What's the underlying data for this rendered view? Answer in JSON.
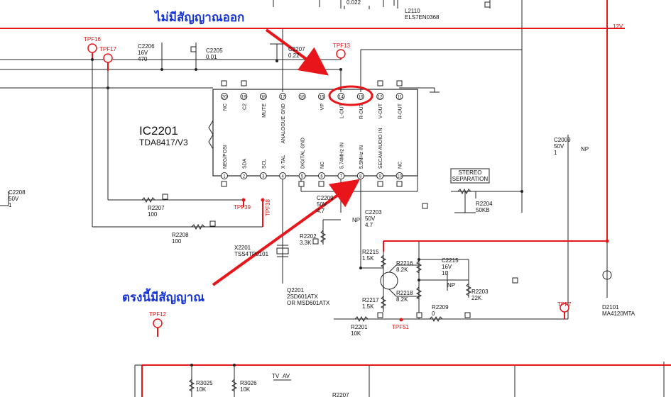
{
  "annotations": {
    "top_note": "ไม่มีสัญญาณออก",
    "bottom_note": "ตรงนี้มีสัญญาณ"
  },
  "ic": {
    "name": "IC2201",
    "part": "TDA8417/V3",
    "top_pins": [
      {
        "num": "20",
        "label": "NC"
      },
      {
        "num": "19",
        "label": "C2"
      },
      {
        "num": "18",
        "label": "MUTE"
      },
      {
        "num": "17",
        "label": "ANALOGUE GND"
      },
      {
        "num": "16",
        "label": ""
      },
      {
        "num": "15",
        "label": "VP"
      },
      {
        "num": "14",
        "label": "L-OUT"
      },
      {
        "num": "13",
        "label": "R-OUT"
      },
      {
        "num": "12",
        "label": "V-OUT"
      },
      {
        "num": "11",
        "label": "R-OUT"
      }
    ],
    "bottom_pins": [
      {
        "num": "1",
        "label": "NEG/POSI"
      },
      {
        "num": "2",
        "label": "SDA"
      },
      {
        "num": "3",
        "label": "SCL"
      },
      {
        "num": "4",
        "label": "X-TAL"
      },
      {
        "num": "5",
        "label": "DIGITAL GND"
      },
      {
        "num": "6",
        "label": "NC"
      },
      {
        "num": "7",
        "label": "5.74MHz IN"
      },
      {
        "num": "8",
        "label": "5.5MHz IN"
      },
      {
        "num": "9",
        "label": "SECAM AUDIO IN"
      },
      {
        "num": "10",
        "label": "NC"
      }
    ]
  },
  "test_points": {
    "tpf16": "TPF16",
    "tpf17": "TPF17",
    "tpf13": "TPF13",
    "tpf39": "TPF39",
    "tpf38": "TPF38",
    "tpf12": "TPF12",
    "tpf51": "TPF51",
    "tpf7": "TPF7"
  },
  "rail_label": "12V",
  "components": {
    "c2206": [
      "C2206",
      "16V",
      "470"
    ],
    "c2205": [
      "C2205",
      "0.01"
    ],
    "c2207": [
      "C2207",
      "0.22"
    ],
    "top_cap": [
      "0.022"
    ],
    "l2110": [
      "L2110",
      "ELS7EN0368"
    ],
    "c2208": [
      "C2208",
      "50V",
      "1"
    ],
    "r2207": [
      "R2207",
      "100"
    ],
    "r2208": [
      "R2208",
      "100"
    ],
    "x2201": [
      "X2201",
      "TSS4TP0101"
    ],
    "r2202": [
      "R2202",
      "3.3K"
    ],
    "c2209": [
      "C2209",
      "50V",
      "4.7"
    ],
    "c2203": [
      "C2203",
      "50V",
      "4.7"
    ],
    "q2201": [
      "Q2201",
      "2SD601ATX",
      "OR MSD601ATX"
    ],
    "r2215": [
      "R2215",
      "1.5K"
    ],
    "r2216": [
      "R2216",
      "8.2K"
    ],
    "r2217": [
      "R2217",
      "1.5K"
    ],
    "r2218": [
      "R2218",
      "8.2K"
    ],
    "c2215": [
      "C2215",
      "16V",
      "10"
    ],
    "r2203": [
      "R2203",
      "22K"
    ],
    "r2209": [
      "R2209",
      "0"
    ],
    "r2201": [
      "R2201",
      "10K"
    ],
    "r2204": [
      "R2204",
      "50KB"
    ],
    "c2009": [
      "C2009",
      "50V",
      "1"
    ],
    "d2101": [
      "D2101",
      "MA4120MTA"
    ],
    "r3025": [
      "R3025",
      "10K"
    ],
    "r3026": [
      "R3026",
      "10K"
    ],
    "r2207b": [
      "R2207"
    ],
    "np1": "NP",
    "np2": "NP",
    "np3": "NP",
    "tvav": [
      "TV",
      "AV"
    ]
  },
  "stereo_box": {
    "line1": "STEREO",
    "line2": "SEPARATION"
  },
  "colors": {
    "rail": "#e8161b",
    "note": "#1533d6",
    "wire": "#222222",
    "arrow": "#e8161b"
  }
}
